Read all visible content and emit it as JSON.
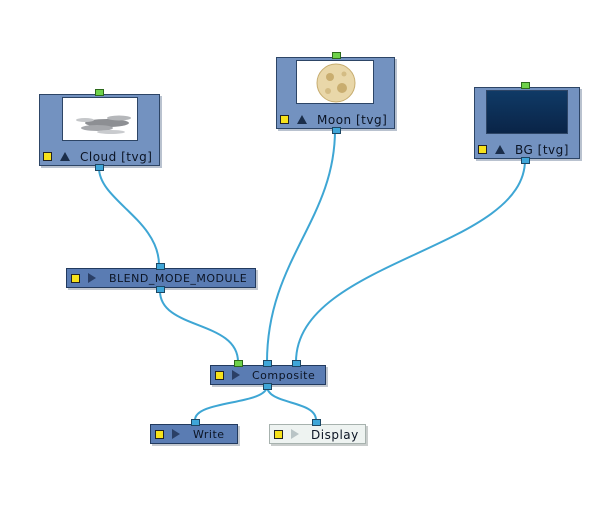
{
  "nodes": {
    "cloud": {
      "label": "Cloud [tvg]"
    },
    "moon": {
      "label": "Moon [tvg]"
    },
    "bg": {
      "label": "BG [tvg]"
    },
    "blend": {
      "label": "BLEND_MODE_MODULE"
    },
    "composite": {
      "label": "Composite"
    },
    "write": {
      "label": "Write"
    },
    "display": {
      "label": "Display"
    }
  },
  "colors": {
    "node_fill": "#7392c0",
    "module_fill": "#5a7cb3",
    "display_fill": "#eef3f1",
    "wire": "#3ea6d4",
    "port_out": "#3fa6d8",
    "port_in_green": "#6ed24a",
    "enable_toggle": "#f7e21b",
    "bg_thumbnail": "#0d2e55"
  },
  "icons": {
    "enable": "yellow-square-icon",
    "element": "triangle-up-icon",
    "module": "triangle-right-icon"
  }
}
